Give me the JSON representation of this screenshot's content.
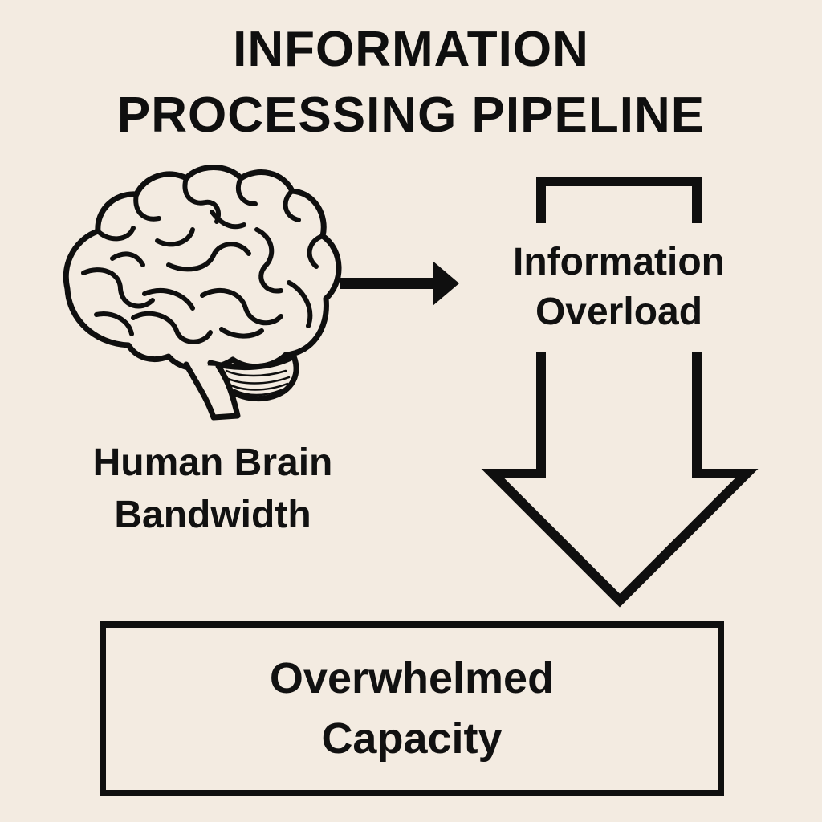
{
  "diagram": {
    "title_line1": "INFORMATION",
    "title_line2": "PROCESSING PIPELINE",
    "brain_label_line1": "Human Brain",
    "brain_label_line2": "Bandwidth",
    "overload_label_line1": "Information",
    "overload_label_line2": "Overload",
    "result_label_line1": "Overwhelmed",
    "result_label_line2": "Capacity",
    "colors": {
      "background": "#f3ebe1",
      "ink": "#0f0f0f"
    },
    "icons": {
      "brain": "brain-icon",
      "arrow_right": "arrow-right-icon",
      "arrow_down": "arrow-down-icon"
    }
  }
}
